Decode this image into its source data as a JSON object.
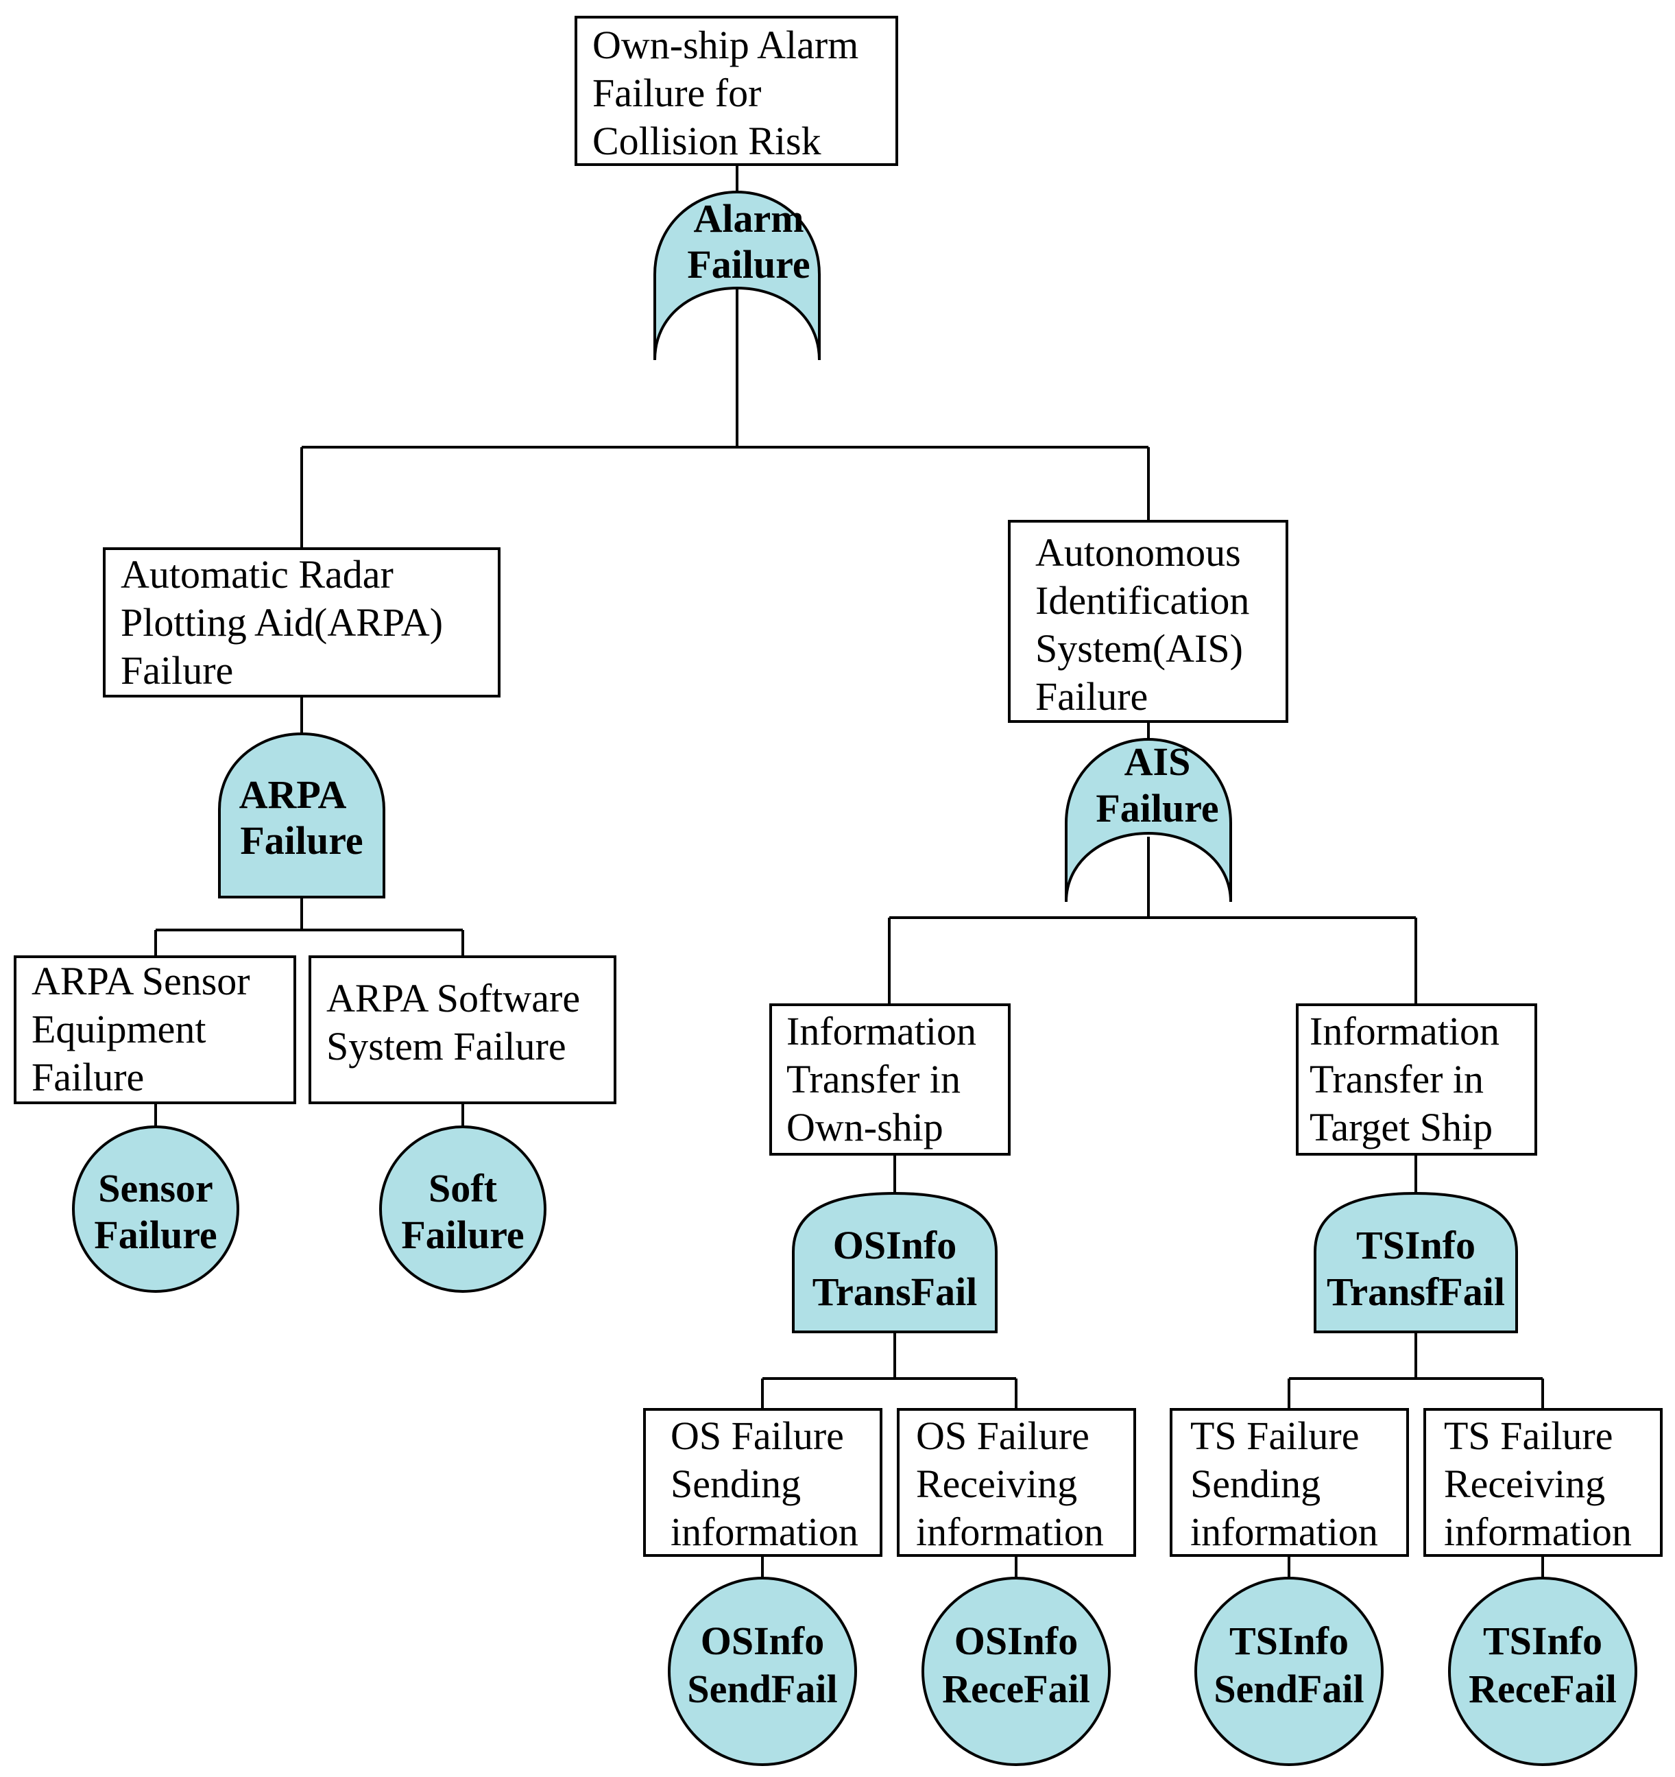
{
  "colors": {
    "gate_fill": "#b0e0e6",
    "line": "#000000",
    "box_fill": "#ffffff"
  },
  "events": {
    "top": {
      "lines": [
        "Own-ship Alarm",
        "Failure for",
        "Collision Risk"
      ]
    },
    "arpa": {
      "lines": [
        "Automatic Radar",
        "Plotting Aid(ARPA)",
        "Failure"
      ]
    },
    "ais": {
      "lines": [
        "Autonomous",
        "Identification",
        "System(AIS)",
        "Failure"
      ]
    },
    "arpa_sensor": {
      "lines": [
        "ARPA Sensor",
        "Equipment",
        "Failure"
      ]
    },
    "arpa_software": {
      "lines": [
        "ARPA Software",
        "System Failure"
      ]
    },
    "info_own": {
      "lines": [
        "Information",
        "Transfer in",
        "Own-ship"
      ]
    },
    "info_target": {
      "lines": [
        "Information",
        "Transfer in",
        "Target Ship"
      ]
    },
    "os_send": {
      "lines": [
        "OS Failure",
        "Sending",
        "information"
      ]
    },
    "os_rece": {
      "lines": [
        "OS Failure",
        "Receiving",
        "information"
      ]
    },
    "ts_send": {
      "lines": [
        "TS Failure",
        "Sending",
        "information"
      ]
    },
    "ts_rece": {
      "lines": [
        "TS Failure",
        "Receiving",
        "information"
      ]
    }
  },
  "gates": {
    "alarm": {
      "type": "or",
      "lines": [
        "Alarm",
        "Failure"
      ]
    },
    "arpa": {
      "type": "and",
      "lines": [
        "ARPA",
        "Failure"
      ]
    },
    "ais": {
      "type": "or",
      "lines": [
        "AIS",
        "Failure"
      ]
    },
    "os_info": {
      "type": "and",
      "lines": [
        "OSInfo",
        "TransFail"
      ]
    },
    "ts_info": {
      "type": "and",
      "lines": [
        "TSInfo",
        "TransfFail"
      ]
    },
    "sensor": {
      "type": "basic",
      "lines": [
        "Sensor",
        "Failure"
      ]
    },
    "soft": {
      "type": "basic",
      "lines": [
        "Soft",
        "Failure"
      ]
    },
    "os_send": {
      "type": "basic",
      "lines": [
        "OSInfo",
        "SendFail"
      ]
    },
    "os_rece": {
      "type": "basic",
      "lines": [
        "OSInfo",
        "ReceFail"
      ]
    },
    "ts_send": {
      "type": "basic",
      "lines": [
        "TSInfo",
        "SendFail"
      ]
    },
    "ts_rece": {
      "type": "basic",
      "lines": [
        "TSInfo",
        "ReceFail"
      ]
    }
  }
}
